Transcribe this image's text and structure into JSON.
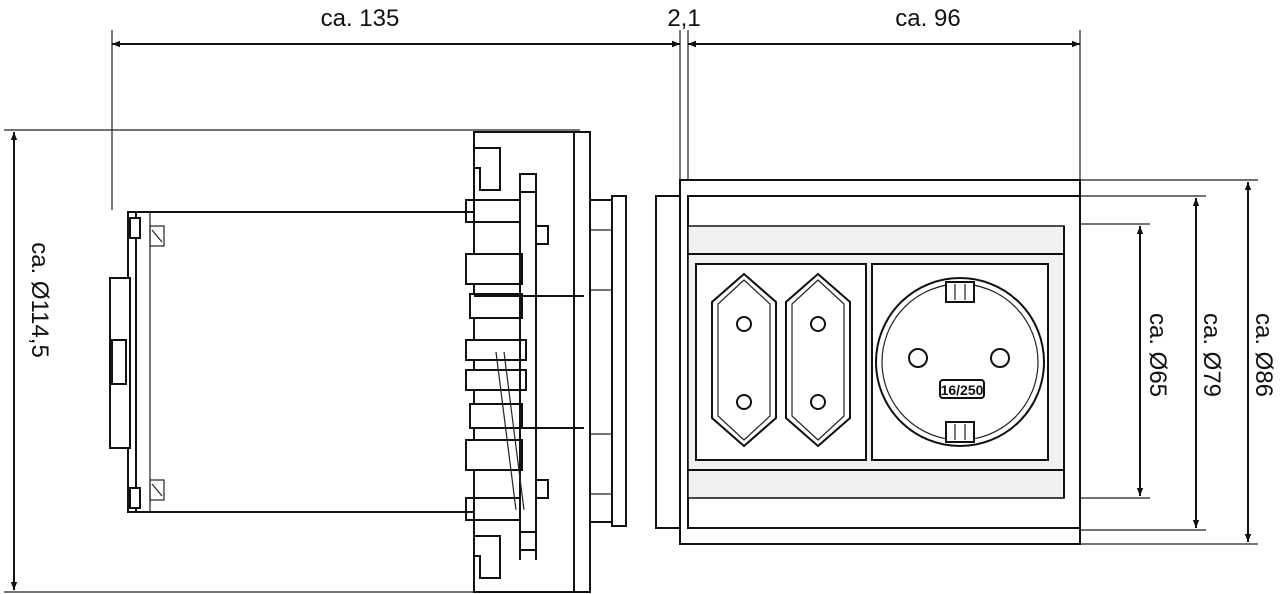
{
  "dimensions": {
    "top_left": "ca. 135",
    "top_mid": "2,1",
    "top_right": "ca. 96",
    "left_diameter": "ca. Ø114,5",
    "right_d65": "ca. Ø65",
    "right_d79": "ca. Ø79",
    "right_d86": "ca. Ø86"
  },
  "socket_marking": "16/250"
}
